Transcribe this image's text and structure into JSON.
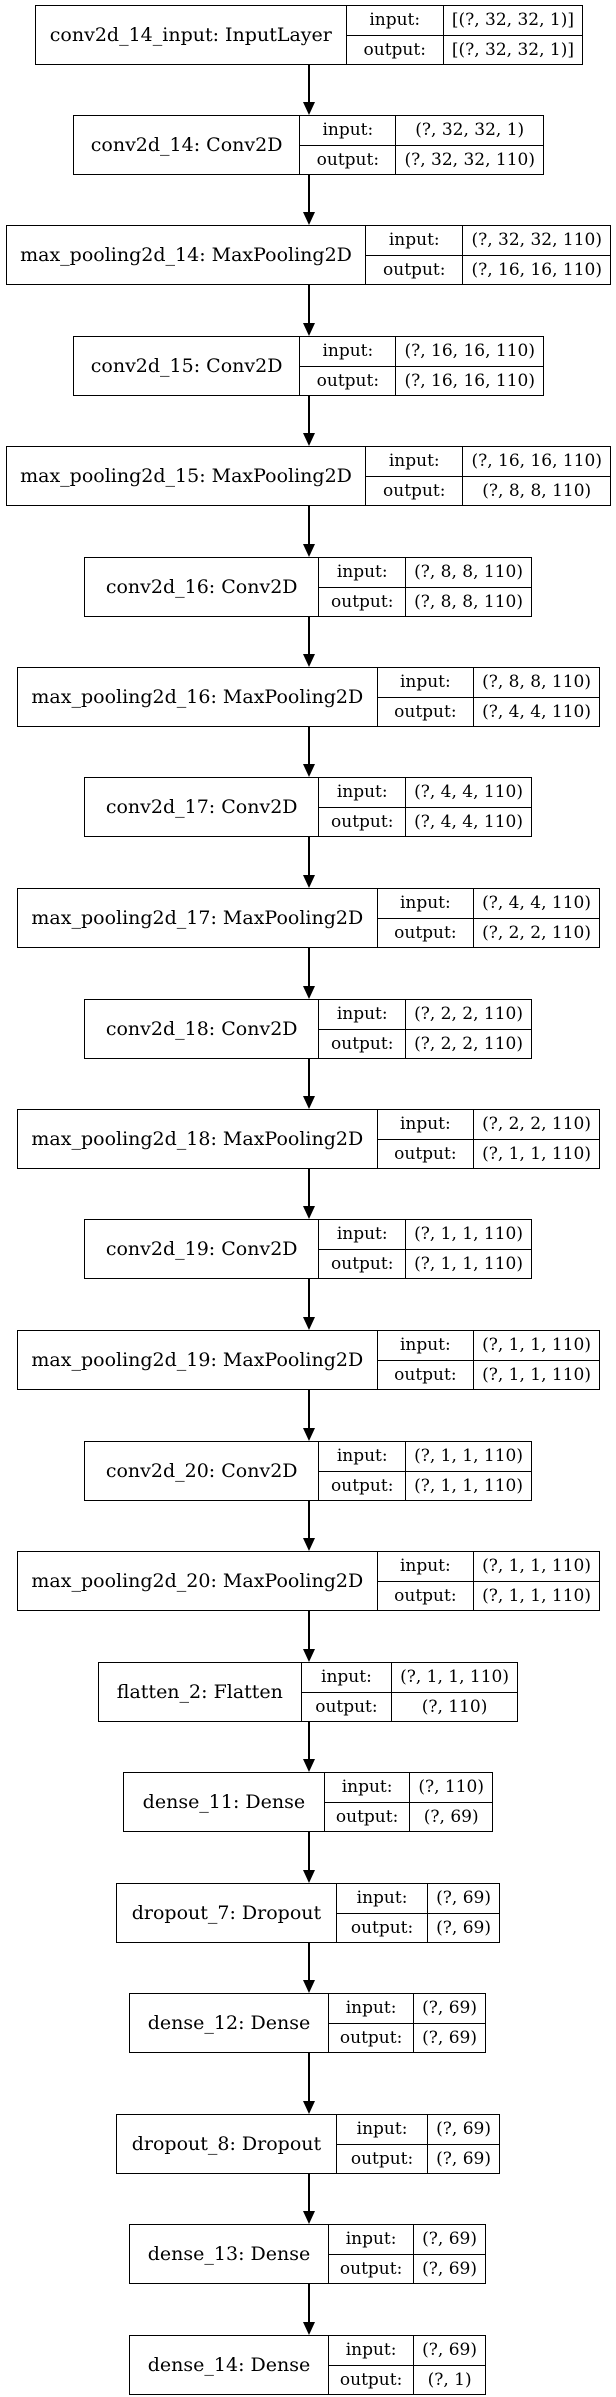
{
  "diagram": {
    "io_labels": {
      "input": "input:",
      "output": "output:"
    },
    "layers": [
      {
        "name": "conv2d_14_input: InputLayer",
        "input": "[(?, 32, 32, 1)]",
        "output": "[(?, 32, 32, 1)]"
      },
      {
        "name": "conv2d_14: Conv2D",
        "input": "(?, 32, 32, 1)",
        "output": "(?, 32, 32, 110)"
      },
      {
        "name": "max_pooling2d_14: MaxPooling2D",
        "input": "(?, 32, 32, 110)",
        "output": "(?, 16, 16, 110)"
      },
      {
        "name": "conv2d_15: Conv2D",
        "input": "(?, 16, 16, 110)",
        "output": "(?, 16, 16, 110)"
      },
      {
        "name": "max_pooling2d_15: MaxPooling2D",
        "input": "(?, 16, 16, 110)",
        "output": "(?, 8, 8, 110)"
      },
      {
        "name": "conv2d_16: Conv2D",
        "input": "(?, 8, 8, 110)",
        "output": "(?, 8, 8, 110)"
      },
      {
        "name": "max_pooling2d_16: MaxPooling2D",
        "input": "(?, 8, 8, 110)",
        "output": "(?, 4, 4, 110)"
      },
      {
        "name": "conv2d_17: Conv2D",
        "input": "(?, 4, 4, 110)",
        "output": "(?, 4, 4, 110)"
      },
      {
        "name": "max_pooling2d_17: MaxPooling2D",
        "input": "(?, 4, 4, 110)",
        "output": "(?, 2, 2, 110)"
      },
      {
        "name": "conv2d_18: Conv2D",
        "input": "(?, 2, 2, 110)",
        "output": "(?, 2, 2, 110)"
      },
      {
        "name": "max_pooling2d_18: MaxPooling2D",
        "input": "(?, 2, 2, 110)",
        "output": "(?, 1, 1, 110)"
      },
      {
        "name": "conv2d_19: Conv2D",
        "input": "(?, 1, 1, 110)",
        "output": "(?, 1, 1, 110)"
      },
      {
        "name": "max_pooling2d_19: MaxPooling2D",
        "input": "(?, 1, 1, 110)",
        "output": "(?, 1, 1, 110)"
      },
      {
        "name": "conv2d_20: Conv2D",
        "input": "(?, 1, 1, 110)",
        "output": "(?, 1, 1, 110)"
      },
      {
        "name": "max_pooling2d_20: MaxPooling2D",
        "input": "(?, 1, 1, 110)",
        "output": "(?, 1, 1, 110)"
      },
      {
        "name": "flatten_2: Flatten",
        "input": "(?, 1, 1, 110)",
        "output": "(?, 110)"
      },
      {
        "name": "dense_11: Dense",
        "input": "(?, 110)",
        "output": "(?, 69)"
      },
      {
        "name": "dropout_7: Dropout",
        "input": "(?, 69)",
        "output": "(?, 69)"
      },
      {
        "name": "dense_12: Dense",
        "input": "(?, 69)",
        "output": "(?, 69)"
      },
      {
        "name": "dropout_8: Dropout",
        "input": "(?, 69)",
        "output": "(?, 69)"
      },
      {
        "name": "dense_13: Dense",
        "input": "(?, 69)",
        "output": "(?, 69)"
      },
      {
        "name": "dense_14: Dense",
        "input": "(?, 69)",
        "output": "(?, 1)"
      }
    ]
  }
}
